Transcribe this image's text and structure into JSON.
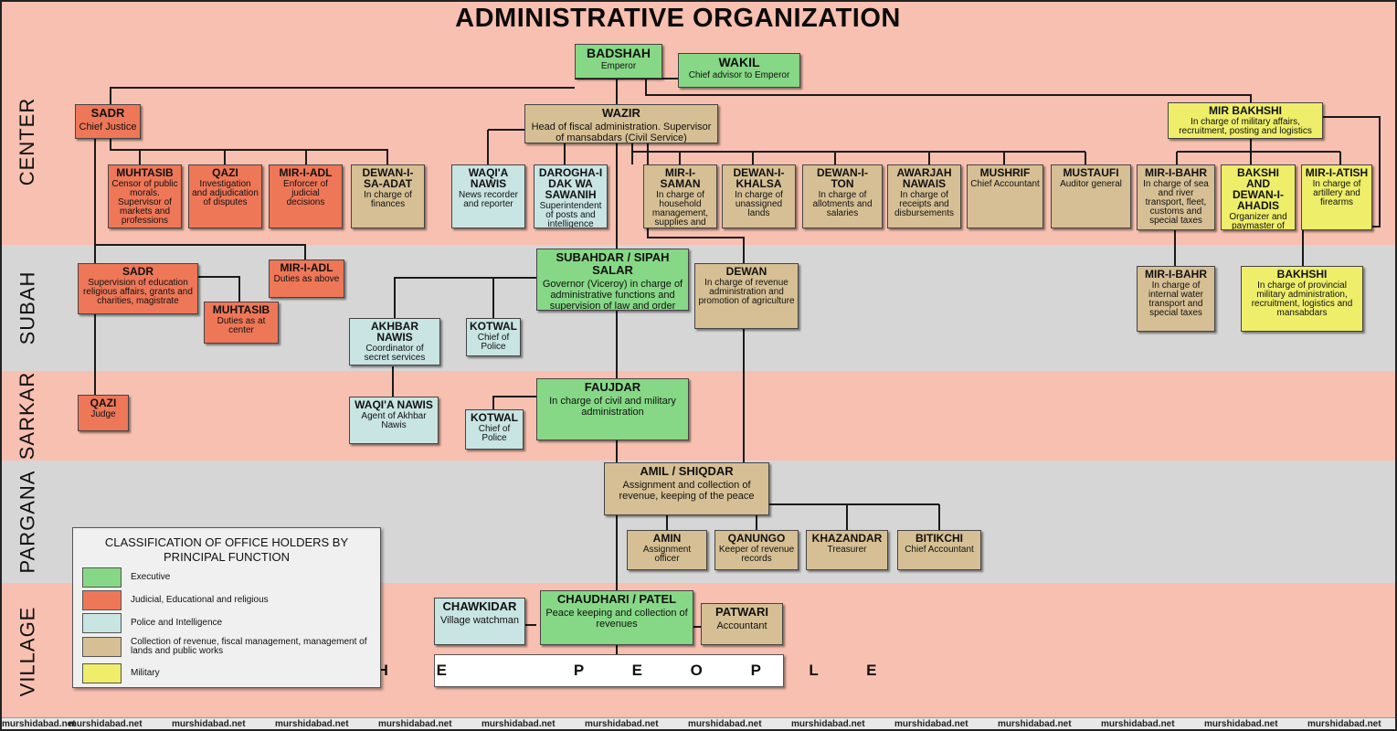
{
  "title": "ADMINISTRATIVE ORGANIZATION",
  "levels": [
    "CENTER",
    "SUBAH",
    "SARKAR",
    "PARGANA",
    "VILLAGE"
  ],
  "boxes": {
    "badshah": {
      "h": "BADSHAH",
      "d": "Emperor"
    },
    "wakil": {
      "h": "WAKIL",
      "d": "Chief advisor to Emperor"
    },
    "sadr_c": {
      "h": "SADR",
      "d": "Chief Justice"
    },
    "wazir": {
      "h": "WAZIR",
      "d": "Head of fiscal administration. Supervisor of mansabdars (Civil Service)"
    },
    "mir_bakhshi": {
      "h": "MIR BAKHSHI",
      "d": "In charge of military affairs, recruitment, posting and logistics"
    },
    "muhtasib_c": {
      "h": "MUHTASIB",
      "d": "Censor of public morals. Supervisor of markets and professions"
    },
    "qazi_c": {
      "h": "QAZI",
      "d": "Investigation and adjudication of disputes"
    },
    "mir_i_adl_c": {
      "h": "MIR-I-ADL",
      "d": "Enforcer of judicial decisions"
    },
    "dewan_sa": {
      "h": "DEWAN-I-SA-ADAT",
      "d": "In charge of finances"
    },
    "waqia_c": {
      "h": "WAQI'A NAWIS",
      "d": "News recorder and reporter"
    },
    "darogha": {
      "h": "DAROGHA-I DAK WA SAWANIH",
      "d": "Superintendent of posts and intelligence"
    },
    "mir_i_saman": {
      "h": "MIR-I-SAMAN",
      "d": "In charge of household management, supplies and public works"
    },
    "dewan_khalsa": {
      "h": "DEWAN-I-KHALSA",
      "d": "In charge of unassigned lands"
    },
    "dewan_ton": {
      "h": "DEWAN-I-TON",
      "d": "In charge of allotments and salaries"
    },
    "awarjah": {
      "h": "AWARJAH NAWAIS",
      "d": "In charge of receipts and disbursements"
    },
    "mushrif": {
      "h": "MUSHRIF",
      "d": "Chief Accountant"
    },
    "mustaufi": {
      "h": "MUSTAUFI",
      "d": "Auditor general"
    },
    "mir_i_bahr_c": {
      "h": "MIR-I-BAHR",
      "d": "In charge of sea and river transport, fleet, customs and special taxes"
    },
    "bakshi_dewan": {
      "h": "BAKSHI AND DEWAN-I-AHADIS",
      "d": "Organizer and paymaster of caders"
    },
    "mir_i_atish": {
      "h": "MIR-I-ATISH",
      "d": "In charge of artillery and firearms"
    },
    "sadr_s": {
      "h": "SADR",
      "d": "Supervision of education religious affairs, grants and charities, magistrate"
    },
    "mir_i_adl_s": {
      "h": "MIR-I-ADL",
      "d": "Duties as above"
    },
    "muhtasib_s": {
      "h": "MUHTASIB",
      "d": "Duties as at center"
    },
    "subahdar": {
      "h": "SUBAHDAR / SIPAH SALAR",
      "d": "Governor (Viceroy) in charge of administrative functions and supervision of law and order"
    },
    "dewan_s": {
      "h": "DEWAN",
      "d": "In charge of revenue administration and promotion of agriculture"
    },
    "akhbar": {
      "h": "AKHBAR NAWIS",
      "d": "Coordinator of secret services"
    },
    "kotwal_s": {
      "h": "KOTWAL",
      "d": "Chief of Police"
    },
    "mir_i_bahr_s": {
      "h": "MIR-I-BAHR",
      "d": "In charge of internal water transport and special taxes"
    },
    "bakhshi_s": {
      "h": "BAKHSHI",
      "d": "In charge of provincial military administration, recruitment, logistics and mansabdars"
    },
    "qazi_k": {
      "h": "QAZI",
      "d": "Judge"
    },
    "waqia_k": {
      "h": "WAQI'A NAWIS",
      "d": "Agent of Akhbar Nawis"
    },
    "kotwal_k": {
      "h": "KOTWAL",
      "d": "Chief of Police"
    },
    "faujdar": {
      "h": "FAUJDAR",
      "d": "In charge of civil and military administration"
    },
    "amil": {
      "h": "AMIL / SHIQDAR",
      "d": "Assignment and collection of revenue, keeping of the peace"
    },
    "amin": {
      "h": "AMIN",
      "d": "Assignment officer"
    },
    "qanungo": {
      "h": "QANUNGO",
      "d": "Keeper of revenue records"
    },
    "khazandar": {
      "h": "KHAZANDAR",
      "d": "Treasurer"
    },
    "bitikchi": {
      "h": "BITIKCHI",
      "d": "Chief Accountant"
    },
    "chawkidar": {
      "h": "CHAWKIDAR",
      "d": "Village watchman"
    },
    "chaudhari": {
      "h": "CHAUDHARI / PATEL",
      "d": "Peace keeping and collection of revenues"
    },
    "patwari": {
      "h": "PATWARI",
      "d": "Accountant"
    }
  },
  "people": "T H E    P E O P L E",
  "legend": {
    "title": "CLASSIFICATION OF OFFICE HOLDERS BY PRINCIPAL FUNCTION",
    "items": [
      {
        "label": "Executive",
        "color": "#86d886"
      },
      {
        "label": "Judicial, Educational and religious",
        "color": "#ee7758"
      },
      {
        "label": "Police and Intelligence",
        "color": "#c8e4e3"
      },
      {
        "label": "Collection of revenue, fiscal management, management of lands and public works",
        "color": "#d6bf94"
      },
      {
        "label": "Military",
        "color": "#eeee6a"
      }
    ]
  },
  "watermark": "murshidabad.net"
}
